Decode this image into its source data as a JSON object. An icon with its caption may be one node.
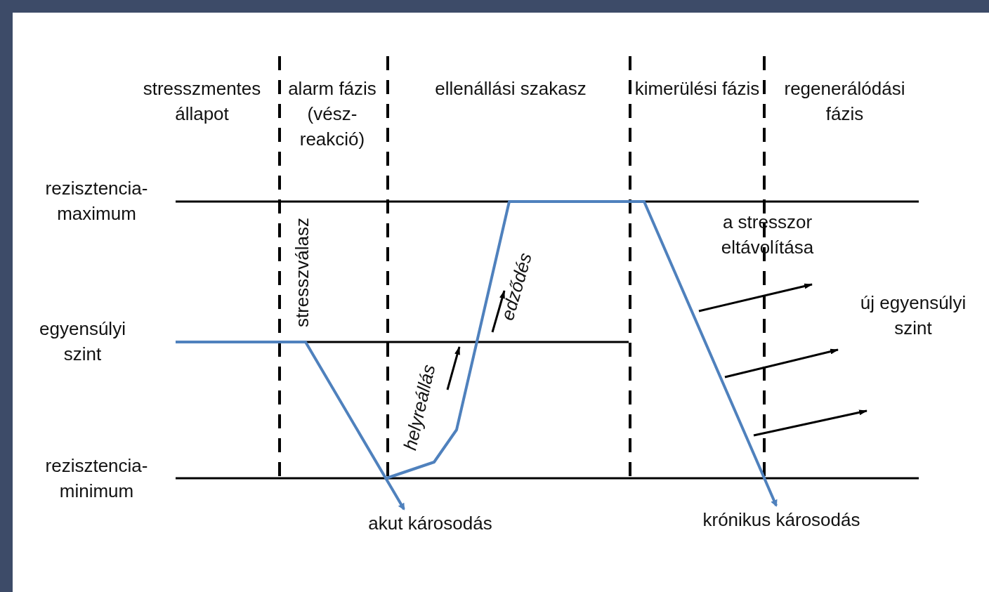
{
  "diagram": {
    "nodes": [
      {
        "text": [
          "akut károsodás"
        ]
      },
      {
        "text": [
          "krónikus károsodás"
        ]
      }
    ],
    "edges": [
      {
        "from": null,
        "to": 0,
        "arrow": "to"
      },
      {
        "from": null,
        "to": 1,
        "arrow": "to"
      }
    ],
    "labels": [
      "stresszmentes állapot",
      "alarm fázis (vész- reakció)",
      "ellenállási szakasz",
      "kimerülési fázis",
      "regenerálódási fázis",
      "rezisztencia- maximum",
      "egyensúlyi szint",
      "rezisztencia- minimum",
      "stresszválasz",
      "a stresszor eltávolítása",
      "edződés",
      "új egyensúlyi szint",
      "helyreállás"
    ]
  }
}
